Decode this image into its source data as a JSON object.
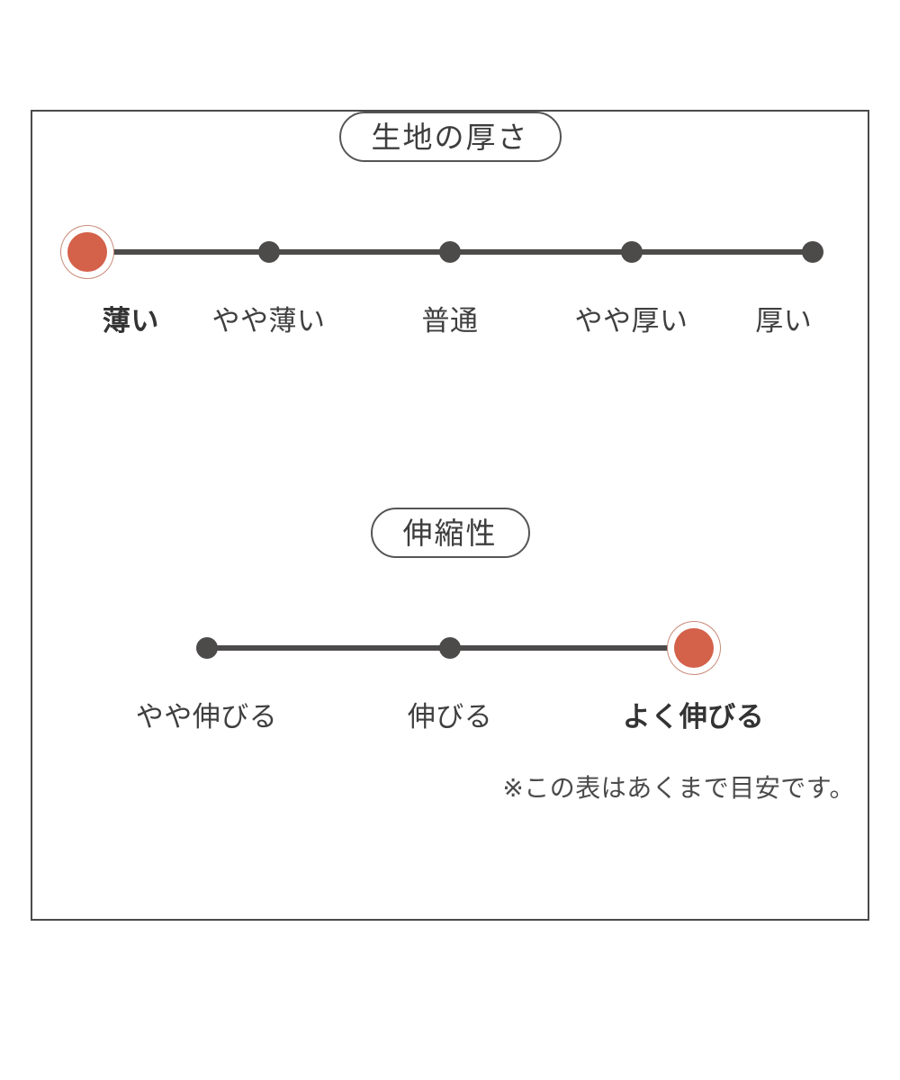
{
  "chart_data": {
    "type": "scatter",
    "title": "生地の厚さ・伸縮性",
    "note": "※この表はあくまで目安です。",
    "colors": {
      "active_dot": "#d4614a",
      "active_ring": "#c98a78",
      "inactive_dot": "#4d4a4a",
      "track": "#4d4a4a",
      "border": "#4a4a4a",
      "text": "#3f3f3f",
      "background": "#ffffff"
    },
    "scales": [
      {
        "id": "thickness",
        "title": "生地の厚さ",
        "categories": [
          "薄い",
          "やや薄い",
          "普通",
          "やや厚い",
          "厚い"
        ],
        "positions": [
          0,
          1,
          2,
          3,
          4
        ],
        "selected_index": 0,
        "selected_value": "薄い",
        "values": [
          1,
          0,
          0,
          0,
          0
        ]
      },
      {
        "id": "stretch",
        "title": "伸縮性",
        "categories": [
          "やや伸びる",
          "伸びる",
          "よく伸びる"
        ],
        "positions": [
          0,
          1,
          2
        ],
        "selected_index": 2,
        "selected_value": "よく伸びる",
        "values": [
          0,
          0,
          1
        ]
      }
    ]
  },
  "sections": {
    "thickness": {
      "pill_label": "生地の厚さ",
      "items": [
        {
          "label": "薄い",
          "selected": true
        },
        {
          "label": "やや薄い",
          "selected": false
        },
        {
          "label": "普通",
          "selected": false
        },
        {
          "label": "やや厚い",
          "selected": false
        },
        {
          "label": "厚い",
          "selected": false
        }
      ]
    },
    "stretch": {
      "pill_label": "伸縮性",
      "items": [
        {
          "label": "やや伸びる",
          "selected": false
        },
        {
          "label": "伸びる",
          "selected": false
        },
        {
          "label": "よく伸びる",
          "selected": true
        }
      ]
    }
  },
  "footer": {
    "note": "※この表はあくまで目安です。"
  }
}
